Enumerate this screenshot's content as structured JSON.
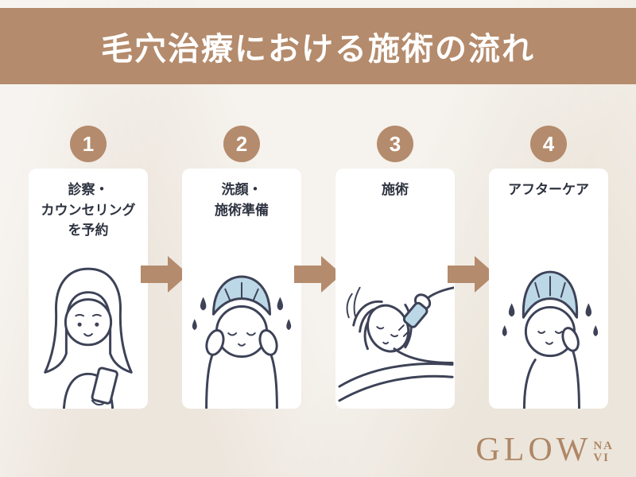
{
  "page": {
    "title": "毛穴治療における施術の流れ",
    "colors": {
      "accent_brown": "#b48b6c",
      "background_beige": "#f1ece4",
      "card_white": "#ffffff",
      "text_dark": "#2e3340",
      "illustration_blue": "#bcd8e7",
      "title_white": "#ffffff",
      "logo_brown": "#ae8766"
    }
  },
  "steps": [
    {
      "number": "1",
      "label": "診察・\nカウンセリング\nを予約",
      "illustration": "woman-booking-on-phone"
    },
    {
      "number": "2",
      "label": "洗顔・\n施術準備",
      "illustration": "woman-washing-face"
    },
    {
      "number": "3",
      "label": "施術",
      "illustration": "woman-receiving-facial-treatment"
    },
    {
      "number": "4",
      "label": "アフターケア",
      "illustration": "woman-aftercare-towel"
    }
  ],
  "logo": {
    "main": "GLOW",
    "sub_top": "NA",
    "sub_bottom": "VI"
  }
}
